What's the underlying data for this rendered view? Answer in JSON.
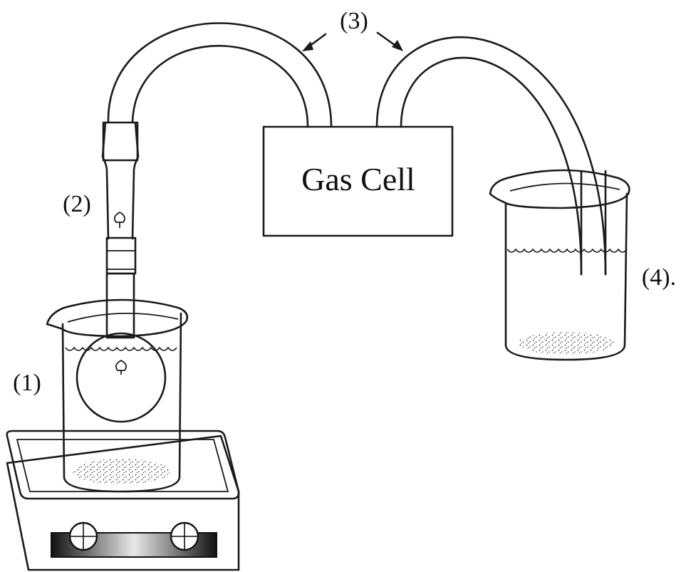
{
  "labels": {
    "heater_beaker": "(1)",
    "drying_tube": "(2)",
    "tubing": "(3)",
    "collection_beaker": "(4).",
    "gas_cell": "Gas Cell"
  },
  "colors": {
    "ink": "#1a1a1a",
    "background": "#ffffff"
  }
}
